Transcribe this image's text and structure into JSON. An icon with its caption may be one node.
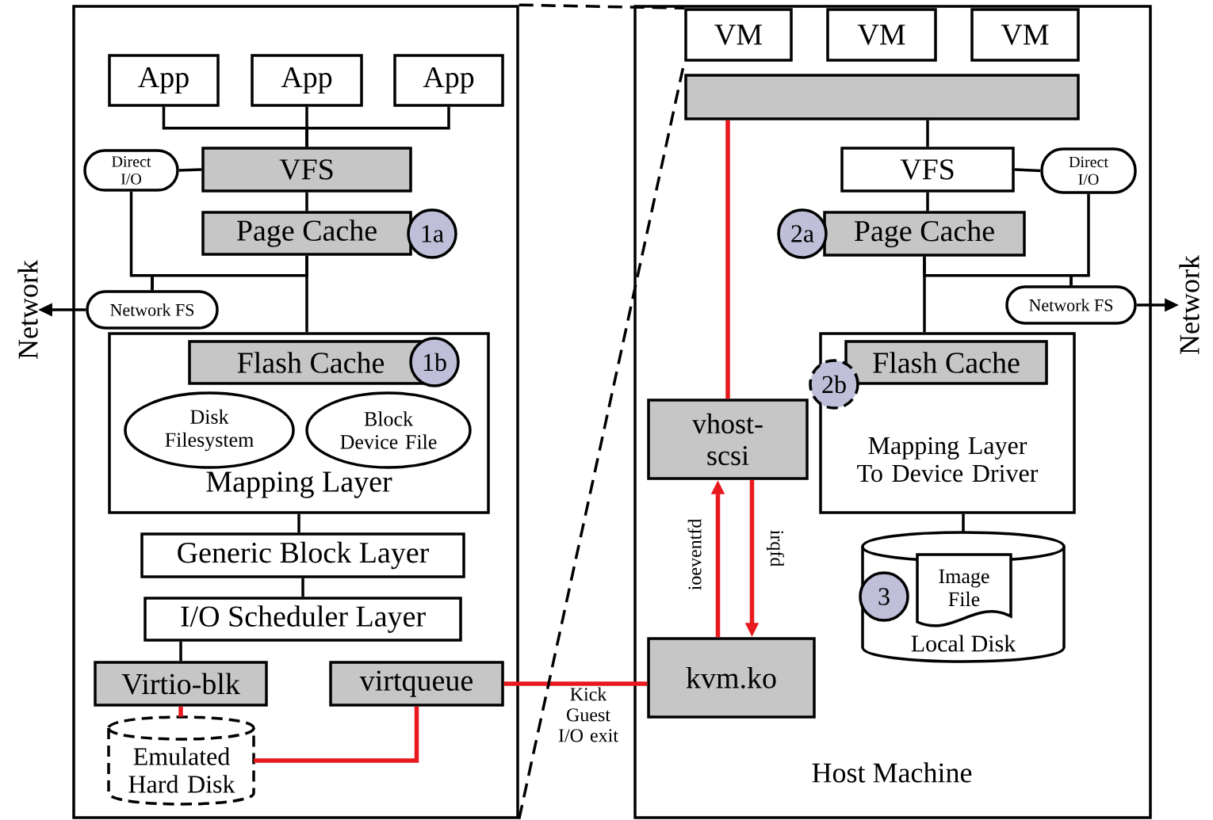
{
  "diagram": {
    "nodes": [
      {
        "text": [],
        "shape": "box"
      },
      {
        "text": [
          "App"
        ],
        "in": 0
      },
      {
        "text": [
          "App"
        ],
        "in": 0
      },
      {
        "text": [
          "App"
        ],
        "in": 0
      },
      {
        "text": [
          "VFS"
        ],
        "in": 0
      },
      {
        "text": [
          "Direct I/O"
        ],
        "in": 0
      },
      {
        "text": [
          "Page Cache"
        ],
        "in": 0
      },
      {
        "text": [
          "1a"
        ],
        "in": 0
      },
      {
        "text": [
          "Network FS"
        ],
        "in": 0
      },
      {
        "text": [
          "Mapping Layer"
        ],
        "in": 0
      },
      {
        "text": [
          "Flash Cache"
        ],
        "in": 9
      },
      {
        "text": [
          "1b"
        ],
        "in": 9
      },
      {
        "text": [
          "Disk Filesystem"
        ],
        "in": 9
      },
      {
        "text": [
          "Block Device File"
        ],
        "in": 9
      },
      {
        "text": [
          "Generic Block Layer"
        ],
        "in": 0
      },
      {
        "text": [
          "I/O Scheduler Layer"
        ],
        "in": 0
      },
      {
        "text": [
          "Virtio-blk"
        ],
        "in": 0
      },
      {
        "text": [
          "virtqueue"
        ],
        "in": 0
      },
      {
        "text": [
          "Emulated Hard Disk"
        ],
        "in": 0
      },
      {
        "text": [
          "Network"
        ]
      },
      {
        "text": [
          "Host Machine"
        ]
      },
      {
        "text": [
          "VM"
        ],
        "in": 20
      },
      {
        "text": [
          "VM"
        ],
        "in": 20
      },
      {
        "text": [
          "VM"
        ],
        "in": 20
      },
      {
        "text": [],
        "shape": "box",
        "in": 20
      },
      {
        "text": [
          "VFS"
        ],
        "in": 20
      },
      {
        "text": [
          "Direct I/O"
        ],
        "in": 20
      },
      {
        "text": [
          "2a"
        ],
        "in": 20
      },
      {
        "text": [
          "Page Cache"
        ],
        "in": 20
      },
      {
        "text": [
          "Network FS"
        ],
        "in": 20
      },
      {
        "text": [
          "Mapping Layer To Device Driver"
        ],
        "in": 20
      },
      {
        "text": [
          "Flash Cache"
        ],
        "in": 30
      },
      {
        "text": [
          "2b"
        ],
        "in": 20
      },
      {
        "text": [
          "vhost-scsi"
        ],
        "in": 20
      },
      {
        "text": [
          "kvm.ko"
        ],
        "in": 20
      },
      {
        "text": [
          "Local Disk"
        ],
        "in": 20
      },
      {
        "text": [
          "Image File"
        ],
        "in": 35
      },
      {
        "text": [
          "3"
        ],
        "in": 35
      },
      {
        "text": [
          "Network"
        ]
      }
    ],
    "edges": [
      {
        "from": 1,
        "to": 4,
        "arrow": "none"
      },
      {
        "from": 2,
        "to": 4,
        "arrow": "none"
      },
      {
        "from": 3,
        "to": 4,
        "arrow": "none"
      },
      {
        "from": 4,
        "to": 5,
        "arrow": "none"
      },
      {
        "from": 4,
        "to": 6,
        "arrow": "none"
      },
      {
        "from": 5,
        "to": 8,
        "arrow": "none"
      },
      {
        "from": 6,
        "to": 8,
        "arrow": "none"
      },
      {
        "from": 6,
        "to": 9,
        "arrow": "none"
      },
      {
        "from": 8,
        "to": 19,
        "arrow": "to"
      },
      {
        "from": 9,
        "to": 14,
        "arrow": "none"
      },
      {
        "from": 14,
        "to": 15,
        "arrow": "none"
      },
      {
        "from": 15,
        "to": 16,
        "arrow": "none"
      },
      {
        "from": 16,
        "to": 18,
        "arrow": "none",
        "color": "#e8191e"
      },
      {
        "from": 17,
        "to": 18,
        "arrow": "none",
        "color": "#e8191e"
      },
      {
        "from": 17,
        "to": 34,
        "arrow": "none",
        "label": "Kick Guest I/O exit",
        "color": "#e8191e"
      },
      {
        "from": 0,
        "to": 21,
        "arrow": "none",
        "style": "dashed"
      },
      {
        "from": 0,
        "to": 21,
        "arrow": "none",
        "style": "dashed"
      },
      {
        "from": 24,
        "to": 25,
        "arrow": "none"
      },
      {
        "from": 25,
        "to": 26,
        "arrow": "none"
      },
      {
        "from": 25,
        "to": 28,
        "arrow": "none"
      },
      {
        "from": 26,
        "to": 29,
        "arrow": "none"
      },
      {
        "from": 28,
        "to": 29,
        "arrow": "none"
      },
      {
        "from": 28,
        "to": 30,
        "arrow": "none"
      },
      {
        "from": 29,
        "to": 38,
        "arrow": "to"
      },
      {
        "from": 30,
        "to": 35,
        "arrow": "none"
      },
      {
        "from": 24,
        "to": 33,
        "arrow": "none",
        "color": "#e8191e"
      },
      {
        "from": 34,
        "to": 33,
        "arrow": "to",
        "label": "ioeventfd",
        "color": "#e8191e"
      },
      {
        "from": 33,
        "to": 34,
        "arrow": "to",
        "label": "irqfd",
        "color": "#e8191e"
      }
    ]
  }
}
